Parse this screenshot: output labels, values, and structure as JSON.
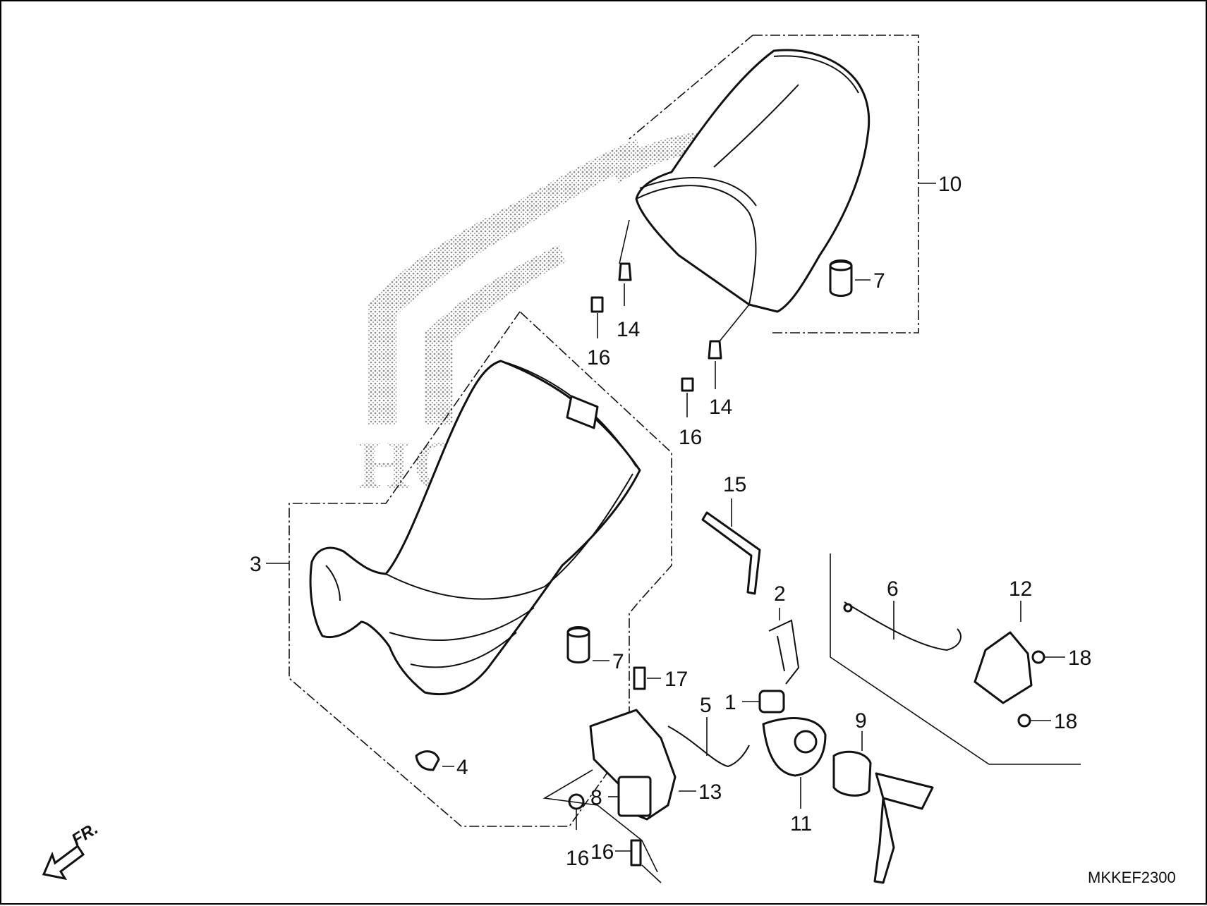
{
  "diagram": {
    "watermark_text": "HONDA",
    "drawing_code": "MKKEF2300",
    "direction_label": "FR.",
    "callouts": [
      {
        "id": "c1",
        "label": "1"
      },
      {
        "id": "c2",
        "label": "2"
      },
      {
        "id": "c3",
        "label": "3"
      },
      {
        "id": "c4",
        "label": "4"
      },
      {
        "id": "c5",
        "label": "5"
      },
      {
        "id": "c6",
        "label": "6"
      },
      {
        "id": "c7a",
        "label": "7"
      },
      {
        "id": "c7b",
        "label": "7"
      },
      {
        "id": "c8",
        "label": "8"
      },
      {
        "id": "c9",
        "label": "9"
      },
      {
        "id": "c10",
        "label": "10"
      },
      {
        "id": "c11",
        "label": "11"
      },
      {
        "id": "c12",
        "label": "12"
      },
      {
        "id": "c13",
        "label": "13"
      },
      {
        "id": "c14a",
        "label": "14"
      },
      {
        "id": "c14b",
        "label": "14"
      },
      {
        "id": "c15",
        "label": "15"
      },
      {
        "id": "c16a",
        "label": "16"
      },
      {
        "id": "c16b",
        "label": "16"
      },
      {
        "id": "c16c",
        "label": "16"
      },
      {
        "id": "c16d",
        "label": "16"
      },
      {
        "id": "c17",
        "label": "17"
      },
      {
        "id": "c18a",
        "label": "18"
      },
      {
        "id": "c18b",
        "label": "18"
      }
    ]
  }
}
